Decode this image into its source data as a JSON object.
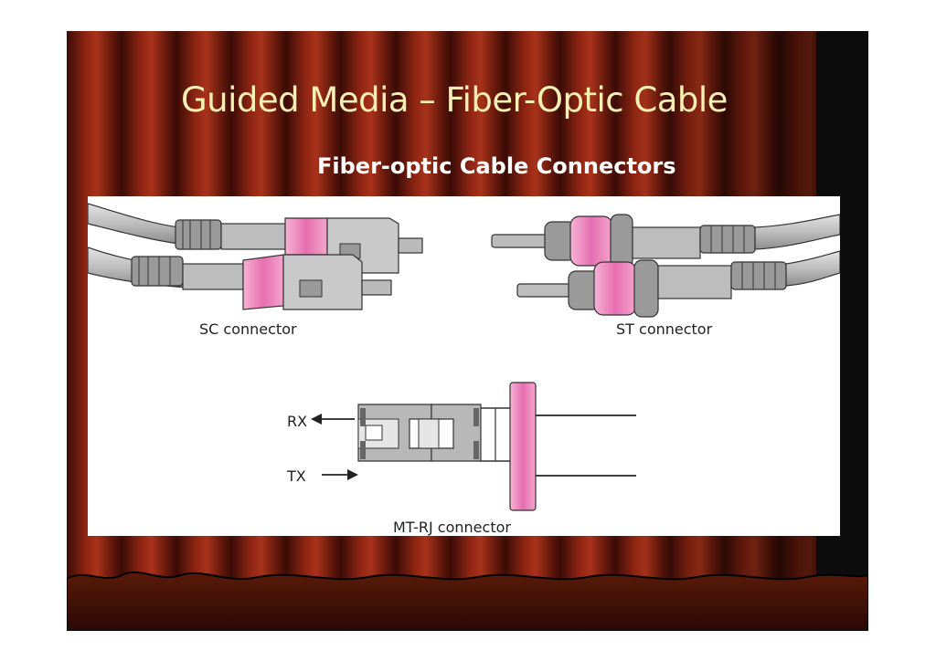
{
  "slide": {
    "title": "Guided Media – Fiber-Optic Cable",
    "subtitle": "Fiber-optic Cable Connectors"
  },
  "diagram": {
    "sc_label": "SC connector",
    "st_label": "ST connector",
    "mtrj_label": "MT-RJ connector",
    "rx_label": "RX",
    "tx_label": "TX"
  },
  "colors": {
    "curtain_dark": "#2a0a06",
    "curtain_red": "#8a1f10",
    "title_color": "#f6f0b4",
    "connector_gray": "#b8b8b8",
    "connector_pink": "#e66fb0"
  }
}
